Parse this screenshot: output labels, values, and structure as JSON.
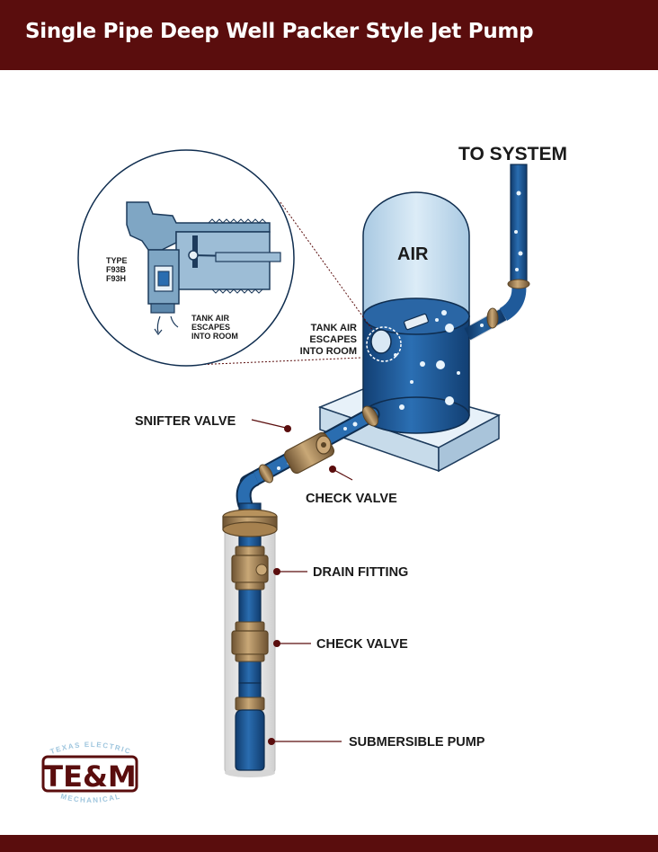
{
  "header": {
    "title": "Single Pipe Deep Well Packer Style Jet Pump"
  },
  "labels": {
    "to_system": "TO SYSTEM",
    "air": "AIR",
    "tank_air_1": "TANK AIR",
    "tank_air_2": "ESCAPES",
    "tank_air_3": "INTO ROOM",
    "snifter_valve": "SNIFTER VALVE",
    "check_valve_top": "CHECK VALVE",
    "drain_fitting": "DRAIN FITTING",
    "check_valve_bottom": "CHECK VALVE",
    "submersible_pump": "SUBMERSIBLE PUMP"
  },
  "inset": {
    "type_1": "TYPE",
    "type_2": "F93B",
    "type_3": "F93H",
    "note_1": "TANK AIR",
    "note_2": "ESCAPES",
    "note_3": "INTO ROOM"
  },
  "logo": {
    "top_text": "TEXAS ELECTRIC",
    "main_text": "TE&M",
    "bottom_text": "MECHANICAL"
  },
  "colors": {
    "header_bg": "#5a0d0d",
    "pipe_blue": "#1f5a9a",
    "tank_light": "#cfe3f1",
    "brass": "#a6814f",
    "leader": "#5a0d0d"
  }
}
